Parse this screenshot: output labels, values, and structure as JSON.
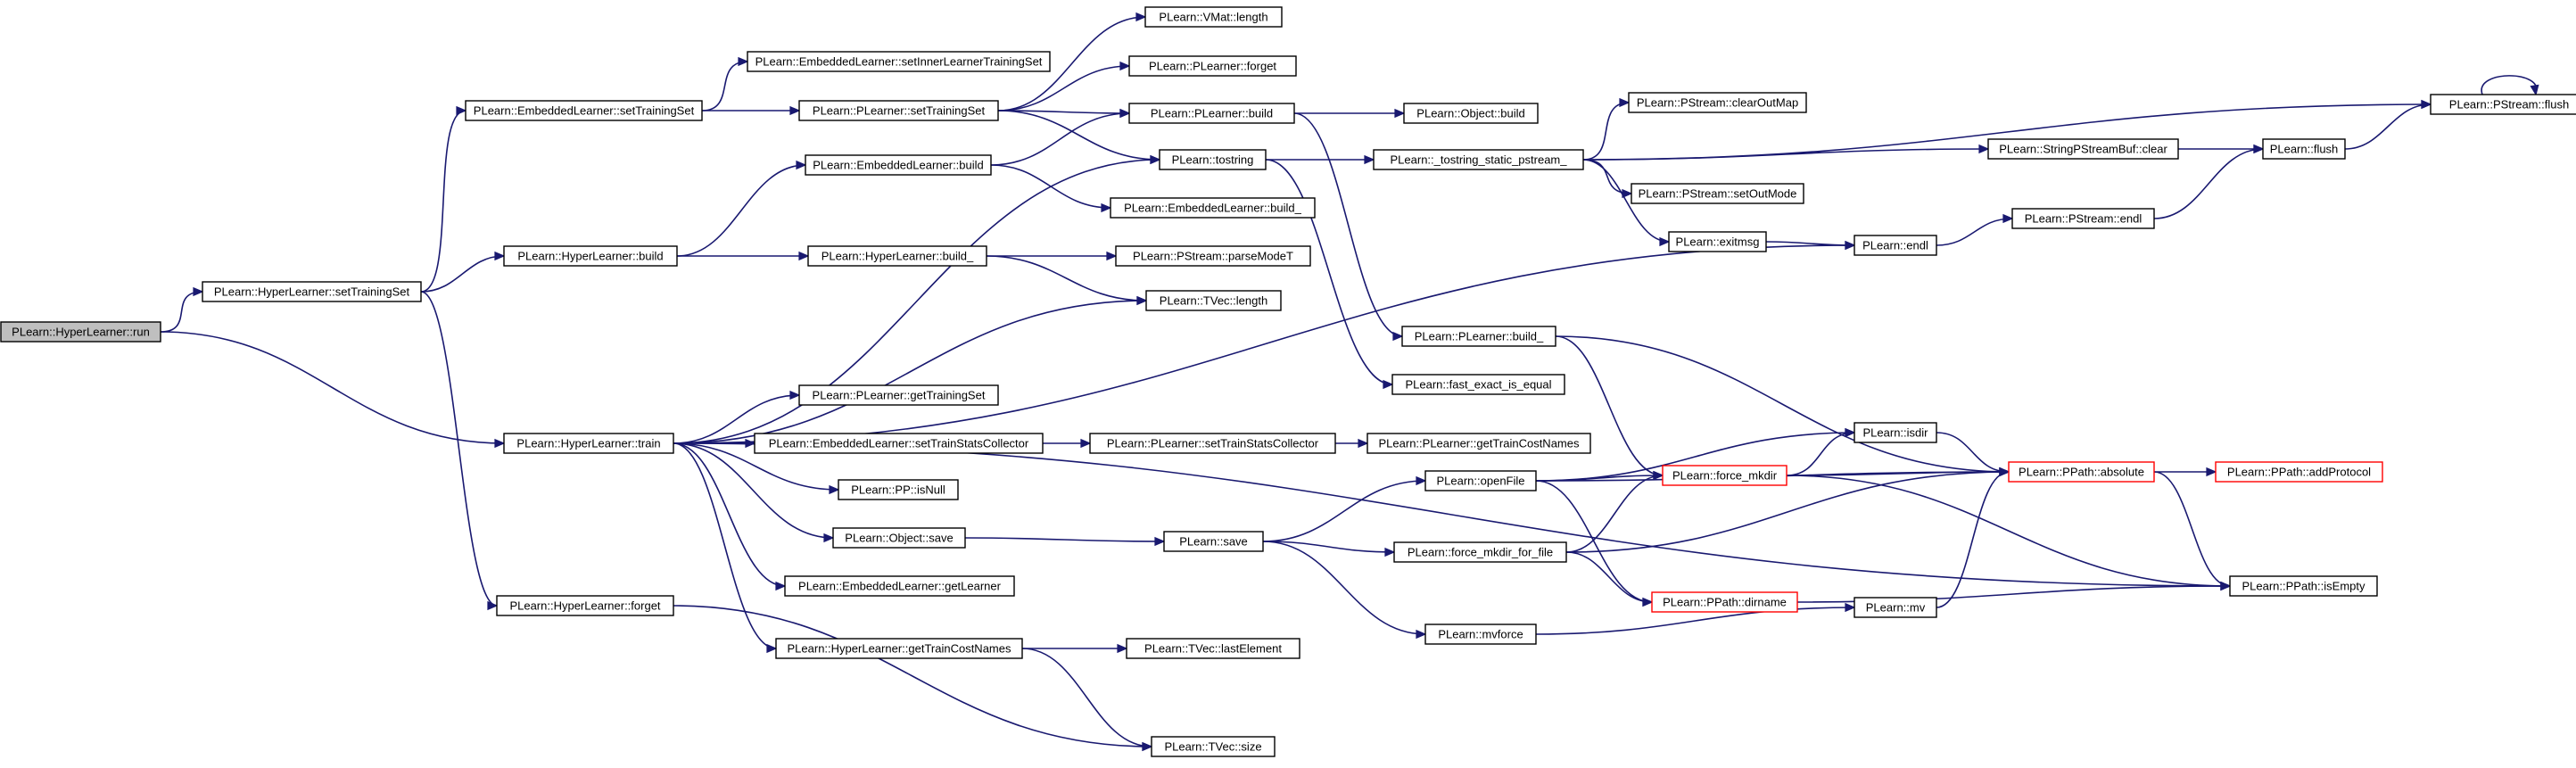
{
  "colors": {
    "edge": "#191970",
    "node_border": "#000000",
    "node_fill": "#ffffff",
    "truncated_border": "#ff0000",
    "root_fill": "#bfbfbf"
  },
  "nodes": [
    {
      "id": "run",
      "label": "PLearn::HyperLearner::run",
      "root": true
    },
    {
      "id": "hl_setTrainingSet",
      "label": "PLearn::HyperLearner::setTrainingSet"
    },
    {
      "id": "hl_build",
      "label": "PLearn::HyperLearner::build"
    },
    {
      "id": "hl_train",
      "label": "PLearn::HyperLearner::train"
    },
    {
      "id": "hl_forget",
      "label": "PLearn::HyperLearner::forget"
    },
    {
      "id": "el_setTrainingSet",
      "label": "PLearn::EmbeddedLearner::setTrainingSet"
    },
    {
      "id": "el_setInner",
      "label": "PLearn::EmbeddedLearner::setInnerLearnerTrainingSet"
    },
    {
      "id": "pl_setTrainingSet",
      "label": "PLearn::PLearner::setTrainingSet"
    },
    {
      "id": "el_build",
      "label": "PLearn::EmbeddedLearner::build"
    },
    {
      "id": "hl_build_",
      "label": "PLearn::HyperLearner::build_"
    },
    {
      "id": "pl_getTrainingSet",
      "label": "PLearn::PLearner::getTrainingSet"
    },
    {
      "id": "el_setTrainStats",
      "label": "PLearn::EmbeddedLearner::setTrainStatsCollector"
    },
    {
      "id": "pp_isNull",
      "label": "PLearn::PP::isNull"
    },
    {
      "id": "obj_save",
      "label": "PLearn::Object::save"
    },
    {
      "id": "el_getLearner",
      "label": "PLearn::EmbeddedLearner::getLearner"
    },
    {
      "id": "hl_getTrainCost",
      "label": "PLearn::HyperLearner::getTrainCostNames"
    },
    {
      "id": "vmat_length",
      "label": "PLearn::VMat::length"
    },
    {
      "id": "pl_forget",
      "label": "PLearn::PLearner::forget"
    },
    {
      "id": "pl_build",
      "label": "PLearn::PLearner::build"
    },
    {
      "id": "tostring",
      "label": "PLearn::tostring"
    },
    {
      "id": "el_build_",
      "label": "PLearn::EmbeddedLearner::build_"
    },
    {
      "id": "ps_parseModeT",
      "label": "PLearn::PStream::parseModeT"
    },
    {
      "id": "tvec_length",
      "label": "PLearn::TVec::length"
    },
    {
      "id": "pl_setTrainStats",
      "label": "PLearn::PLearner::setTrainStatsCollector"
    },
    {
      "id": "save",
      "label": "PLearn::save"
    },
    {
      "id": "tvec_lastElement",
      "label": "PLearn::TVec::lastElement"
    },
    {
      "id": "tvec_size",
      "label": "PLearn::TVec::size"
    },
    {
      "id": "obj_build",
      "label": "PLearn::Object::build"
    },
    {
      "id": "tostring_static",
      "label": "PLearn::_tostring_static_pstream_"
    },
    {
      "id": "pl_build_",
      "label": "PLearn::PLearner::build_"
    },
    {
      "id": "fast_exact",
      "label": "PLearn::fast_exact_is_equal"
    },
    {
      "id": "pl_getTrainCost",
      "label": "PLearn::PLearner::getTrainCostNames"
    },
    {
      "id": "openFile",
      "label": "PLearn::openFile"
    },
    {
      "id": "force_mkdir_for_file",
      "label": "PLearn::force_mkdir_for_file"
    },
    {
      "id": "mvforce",
      "label": "PLearn::mvforce"
    },
    {
      "id": "ps_clearOutMap",
      "label": "PLearn::PStream::clearOutMap"
    },
    {
      "id": "ps_setOutMode",
      "label": "PLearn::PStream::setOutMode"
    },
    {
      "id": "exitmsg",
      "label": "PLearn::exitmsg"
    },
    {
      "id": "force_mkdir",
      "label": "PLearn::force_mkdir",
      "truncated": true
    },
    {
      "id": "pp_dirname",
      "label": "PLearn::PPath::dirname",
      "truncated": true
    },
    {
      "id": "isdir",
      "label": "PLearn::isdir"
    },
    {
      "id": "mv",
      "label": "PLearn::mv"
    },
    {
      "id": "endl",
      "label": "PLearn::endl"
    },
    {
      "id": "spsb_clear",
      "label": "PLearn::StringPStreamBuf::clear"
    },
    {
      "id": "ps_endl",
      "label": "PLearn::PStream::endl"
    },
    {
      "id": "pp_absolute",
      "label": "PLearn::PPath::absolute",
      "truncated": true
    },
    {
      "id": "flush",
      "label": "PLearn::flush"
    },
    {
      "id": "pp_isEmpty",
      "label": "PLearn::PPath::isEmpty"
    },
    {
      "id": "pp_addProtocol",
      "label": "PLearn::PPath::addProtocol",
      "truncated": true
    },
    {
      "id": "ps_flush",
      "label": "PLearn::PStream::flush"
    }
  ],
  "edges": [
    [
      "run",
      "hl_setTrainingSet"
    ],
    [
      "run",
      "hl_train"
    ],
    [
      "hl_setTrainingSet",
      "el_setTrainingSet"
    ],
    [
      "hl_setTrainingSet",
      "hl_build"
    ],
    [
      "hl_setTrainingSet",
      "hl_forget"
    ],
    [
      "el_setTrainingSet",
      "el_setInner"
    ],
    [
      "el_setTrainingSet",
      "pl_setTrainingSet"
    ],
    [
      "pl_setTrainingSet",
      "vmat_length"
    ],
    [
      "pl_setTrainingSet",
      "pl_forget"
    ],
    [
      "pl_setTrainingSet",
      "pl_build"
    ],
    [
      "pl_setTrainingSet",
      "tostring"
    ],
    [
      "hl_build",
      "el_build"
    ],
    [
      "hl_build",
      "hl_build_"
    ],
    [
      "el_build",
      "pl_build"
    ],
    [
      "el_build",
      "el_build_"
    ],
    [
      "hl_build_",
      "ps_parseModeT"
    ],
    [
      "hl_build_",
      "tvec_length"
    ],
    [
      "pl_build",
      "obj_build"
    ],
    [
      "pl_build",
      "pl_build_"
    ],
    [
      "tostring",
      "tostring_static"
    ],
    [
      "tostring",
      "fast_exact"
    ],
    [
      "tostring_static",
      "ps_clearOutMap"
    ],
    [
      "tostring_static",
      "ps_setOutMode"
    ],
    [
      "tostring_static",
      "exitmsg"
    ],
    [
      "tostring_static",
      "spsb_clear"
    ],
    [
      "tostring_static",
      "ps_flush"
    ],
    [
      "hl_train",
      "tostring"
    ],
    [
      "hl_train",
      "tvec_length"
    ],
    [
      "hl_train",
      "pl_getTrainingSet"
    ],
    [
      "hl_train",
      "el_setTrainStats"
    ],
    [
      "hl_train",
      "pp_isNull"
    ],
    [
      "hl_train",
      "obj_save"
    ],
    [
      "hl_train",
      "el_getLearner"
    ],
    [
      "hl_train",
      "hl_getTrainCost"
    ],
    [
      "hl_train",
      "endl"
    ],
    [
      "hl_train",
      "pp_isEmpty"
    ],
    [
      "el_setTrainStats",
      "pl_setTrainStats"
    ],
    [
      "pl_setTrainStats",
      "pl_getTrainCost"
    ],
    [
      "obj_save",
      "save"
    ],
    [
      "save",
      "openFile"
    ],
    [
      "save",
      "force_mkdir_for_file"
    ],
    [
      "save",
      "mvforce"
    ],
    [
      "hl_getTrainCost",
      "tvec_lastElement"
    ],
    [
      "hl_getTrainCost",
      "tvec_size"
    ],
    [
      "hl_forget",
      "tvec_size"
    ],
    [
      "pl_build_",
      "force_mkdir"
    ],
    [
      "pl_build_",
      "pp_absolute"
    ],
    [
      "openFile",
      "force_mkdir"
    ],
    [
      "openFile",
      "pp_dirname"
    ],
    [
      "openFile",
      "isdir"
    ],
    [
      "openFile",
      "pp_absolute"
    ],
    [
      "force_mkdir_for_file",
      "force_mkdir"
    ],
    [
      "force_mkdir_for_file",
      "pp_dirname"
    ],
    [
      "force_mkdir_for_file",
      "pp_absolute"
    ],
    [
      "mvforce",
      "mv"
    ],
    [
      "exitmsg",
      "endl"
    ],
    [
      "force_mkdir",
      "isdir"
    ],
    [
      "force_mkdir",
      "pp_absolute"
    ],
    [
      "force_mkdir",
      "pp_isEmpty"
    ],
    [
      "pp_dirname",
      "pp_isEmpty"
    ],
    [
      "isdir",
      "pp_absolute"
    ],
    [
      "mv",
      "pp_absolute"
    ],
    [
      "endl",
      "ps_endl"
    ],
    [
      "ps_endl",
      "flush"
    ],
    [
      "spsb_clear",
      "flush"
    ],
    [
      "flush",
      "ps_flush"
    ],
    [
      "ps_flush",
      "ps_flush"
    ],
    [
      "pp_absolute",
      "pp_addProtocol"
    ],
    [
      "pp_absolute",
      "pp_isEmpty"
    ]
  ]
}
